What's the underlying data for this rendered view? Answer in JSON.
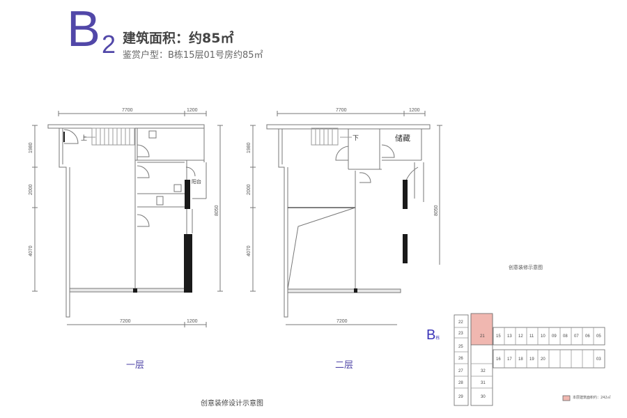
{
  "header": {
    "unit_letter": "B",
    "unit_number": "2",
    "area_title": "建筑面积：约85㎡",
    "subtitle": "鉴赏户型：B栋15层01号房约85㎡"
  },
  "plan_first_floor": {
    "label": "一层",
    "dim_top": [
      "7700",
      "1200"
    ],
    "dim_bottom": [
      "7200",
      "1200"
    ],
    "dim_left": [
      "1980",
      "2000",
      "4070"
    ],
    "dim_right": "8050",
    "stair_label": "上",
    "balcony_label": "阳台"
  },
  "plan_second_floor": {
    "label": "二层",
    "dim_top": [
      "7700",
      "1200"
    ],
    "dim_bottom": [
      "7200"
    ],
    "dim_left": [
      "1980",
      "2000",
      "4070"
    ],
    "dim_right": "8050",
    "stair_label": "下",
    "storage_label": "储藏"
  },
  "footer_caption": "创意装修设计示意图",
  "key_plan": {
    "caption": "创意装修示意图",
    "building_label": "B",
    "building_sub": "栋",
    "highlighted_unit": "21",
    "left_column": [
      "22",
      "23",
      "25",
      "26",
      "27",
      "28",
      "29"
    ],
    "second_column": [
      "32",
      "31",
      "30"
    ],
    "top_row": [
      "15",
      "13",
      "12",
      "11",
      "10",
      "09",
      "08",
      "07",
      "06",
      "05"
    ],
    "bottom_row": [
      "16",
      "17",
      "18",
      "19",
      "20",
      "",
      "",
      "",
      "",
      "03"
    ],
    "legend_text": "本层建筑面积约：242㎡",
    "highlight_color": "#f0b7b0"
  },
  "colors": {
    "accent": "#5147a8",
    "wall": "#888888",
    "column": "#1a1a1a"
  }
}
